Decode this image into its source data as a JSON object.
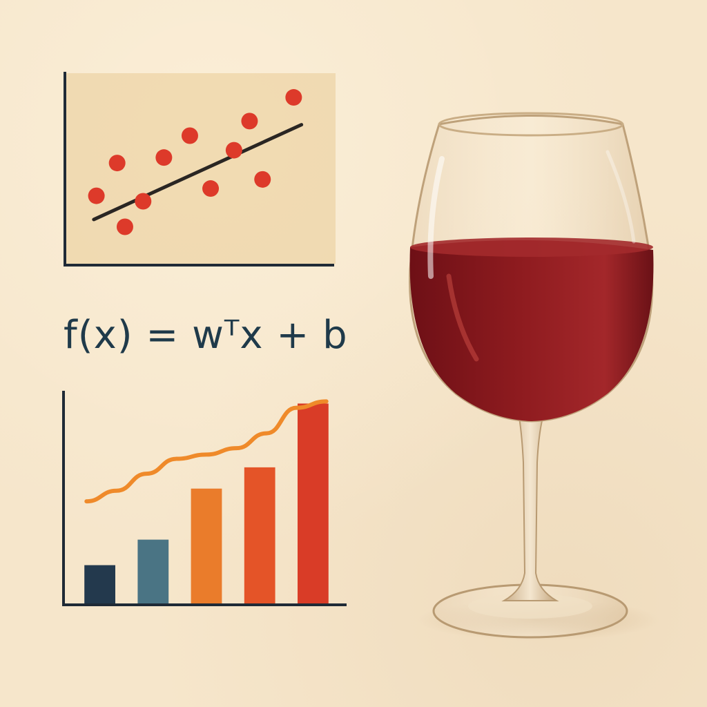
{
  "formula": {
    "text": "f(x) = wᵀx + b"
  },
  "colors": {
    "background": "#f6e6cb",
    "axis": "#1f2a36",
    "scatter_point": "#dd3a2a",
    "regression_line": "#2a2623",
    "wine": "#8e1b1f",
    "bar_colors": [
      "#23394d",
      "#4a7484",
      "#ea7c2b",
      "#e45428",
      "#d93c27"
    ],
    "curve": "#ef8a2a",
    "formula_text": "#1f3a4a"
  },
  "chart_data": [
    {
      "type": "scatter",
      "title": "",
      "xlabel": "",
      "ylabel": "",
      "xlim": [
        0,
        10
      ],
      "ylim": [
        0,
        10
      ],
      "points": [
        {
          "x": 1.0,
          "y": 3.5
        },
        {
          "x": 1.8,
          "y": 5.3
        },
        {
          "x": 2.1,
          "y": 1.8
        },
        {
          "x": 2.8,
          "y": 3.2
        },
        {
          "x": 3.6,
          "y": 5.6
        },
        {
          "x": 4.6,
          "y": 6.8
        },
        {
          "x": 5.4,
          "y": 3.9
        },
        {
          "x": 6.3,
          "y": 6.0
        },
        {
          "x": 6.9,
          "y": 7.6
        },
        {
          "x": 7.4,
          "y": 4.4
        },
        {
          "x": 8.6,
          "y": 8.9
        }
      ],
      "regression_line": {
        "x": [
          0.9,
          8.9
        ],
        "y": [
          2.2,
          7.4
        ]
      },
      "grid": false
    },
    {
      "type": "bar",
      "title": "",
      "xlabel": "",
      "ylabel": "",
      "categories": [
        "",
        "",
        "",
        "",
        ""
      ],
      "values": [
        1.8,
        3.0,
        5.4,
        6.4,
        9.4
      ],
      "ylim": [
        0,
        10
      ],
      "overlay_line": {
        "x": [
          0.0,
          0.5,
          1.0,
          1.5,
          2.0,
          2.5,
          3.0,
          3.5,
          4.0
        ],
        "y": [
          4.8,
          5.3,
          6.1,
          6.8,
          7.0,
          7.3,
          8.0,
          9.2,
          9.5
        ]
      },
      "grid": false
    }
  ],
  "illustration": {
    "glass": "wine-glass",
    "wine_fill_fraction": 0.55
  }
}
